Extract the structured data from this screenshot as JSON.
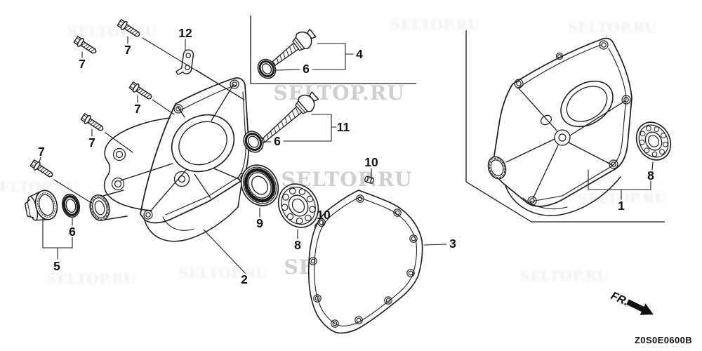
{
  "watermark": {
    "text": "SELTOP.RU",
    "color": "#c3c3c3"
  },
  "footer": {
    "front_label": "FR.",
    "drawing_code": "Z0S0E0600B"
  },
  "labels": {
    "1": "1",
    "2": "2",
    "3": "3",
    "4": "4",
    "5": "5",
    "6": "6",
    "7": "7",
    "8": "8",
    "9": "9",
    "10": "10",
    "11": "11",
    "12": "12"
  },
  "colors": {
    "line": "#1a1a1a",
    "background": "#ffffff"
  }
}
